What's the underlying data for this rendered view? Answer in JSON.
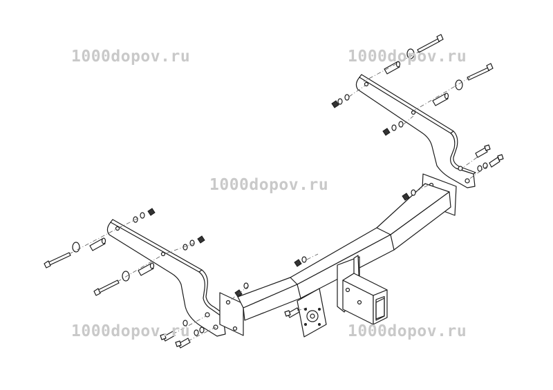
{
  "watermarks": {
    "top_left": "1000dopov.ru",
    "top_right": "1000dopov.ru",
    "center": "1000dopov.ru",
    "bottom_left": "1000dopov.ru",
    "bottom_right": "1000dopov.ru"
  },
  "colors": {
    "line": "#1a1a1a",
    "watermark": "#c9c9c9",
    "background": "#ffffff"
  }
}
